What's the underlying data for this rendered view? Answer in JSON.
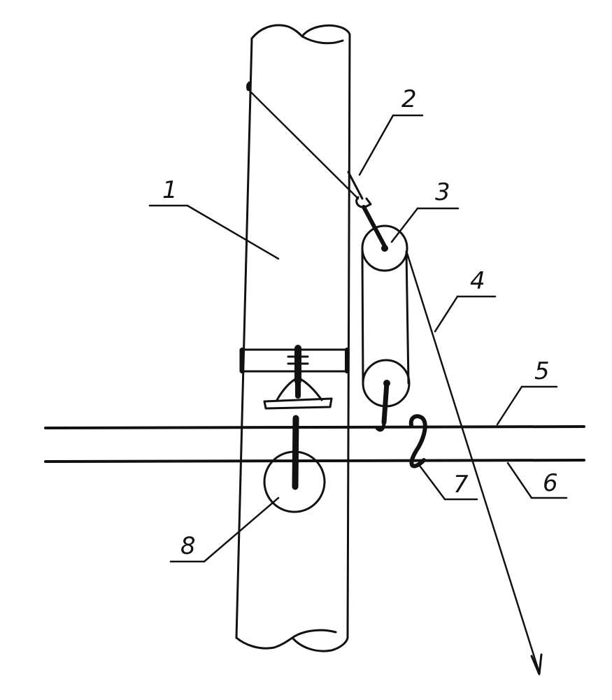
{
  "labels": {
    "pole": "1",
    "clamp": "2",
    "upper_pulley": "3",
    "rope": "4",
    "upper_wire": "5",
    "lower_wire": "6",
    "hook": "7",
    "insulator_roller": "8"
  },
  "colors": {
    "ink": "#111111",
    "background": "#ffffff"
  }
}
